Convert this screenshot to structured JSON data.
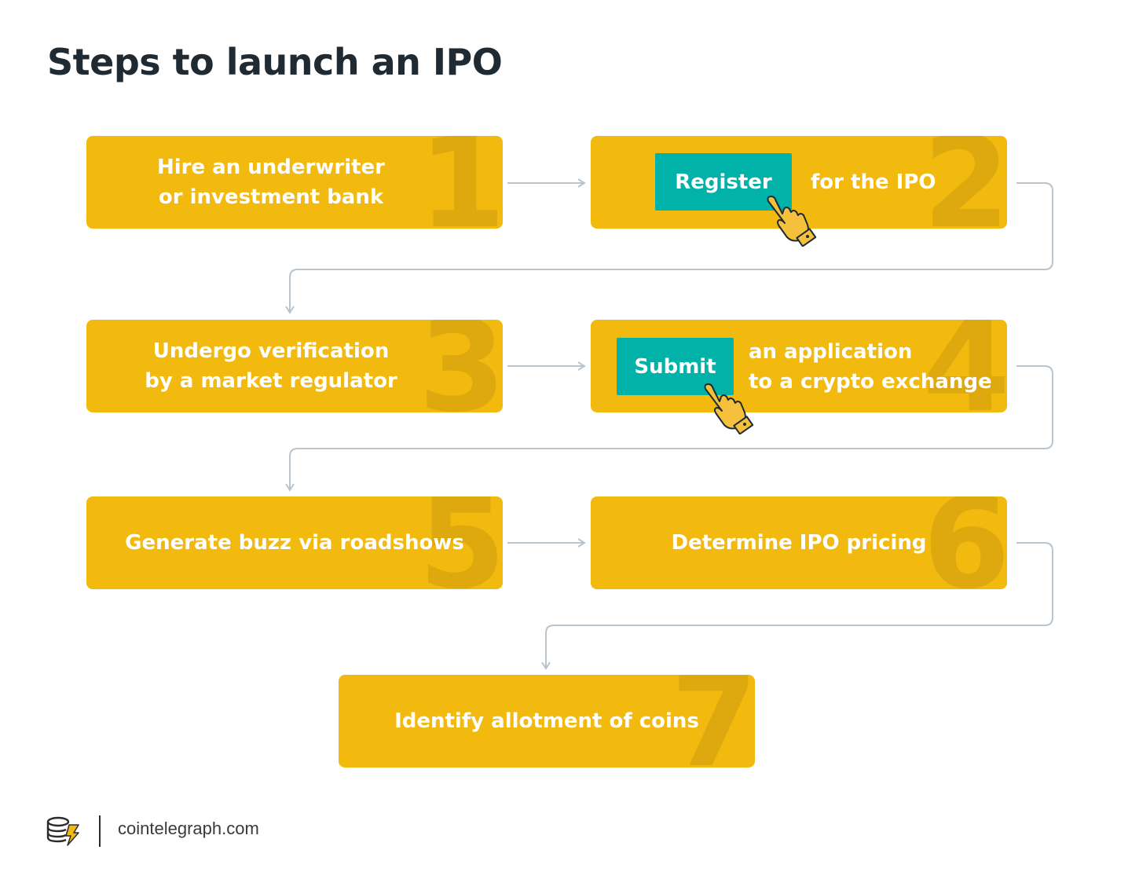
{
  "title": "Steps to launch an IPO",
  "steps": [
    {
      "number": "1",
      "lines": [
        "Hire an underwriter",
        "or investment bank"
      ]
    },
    {
      "number": "2",
      "button": "Register",
      "text": "for the IPO"
    },
    {
      "number": "3",
      "lines": [
        "Undergo verification",
        "by a market regulator"
      ]
    },
    {
      "number": "4",
      "button": "Submit",
      "lines": [
        "an application",
        "to a crypto exchange"
      ]
    },
    {
      "number": "5",
      "text": "Generate buzz via roadshows"
    },
    {
      "number": "6",
      "text": "Determine IPO pricing"
    },
    {
      "number": "7",
      "text": "Identify allotment of coins"
    }
  ],
  "colors": {
    "box": "#f2b90f",
    "number": "#dda90e",
    "button": "#00b2a7",
    "connector": "#b9c4cc",
    "title": "#1f2a33"
  },
  "icons": [
    "pointing-hand-icon",
    "arrow-right-icon",
    "arrow-down-icon",
    "cointelegraph-logo-icon"
  ],
  "footer": {
    "site": "cointelegraph.com"
  }
}
